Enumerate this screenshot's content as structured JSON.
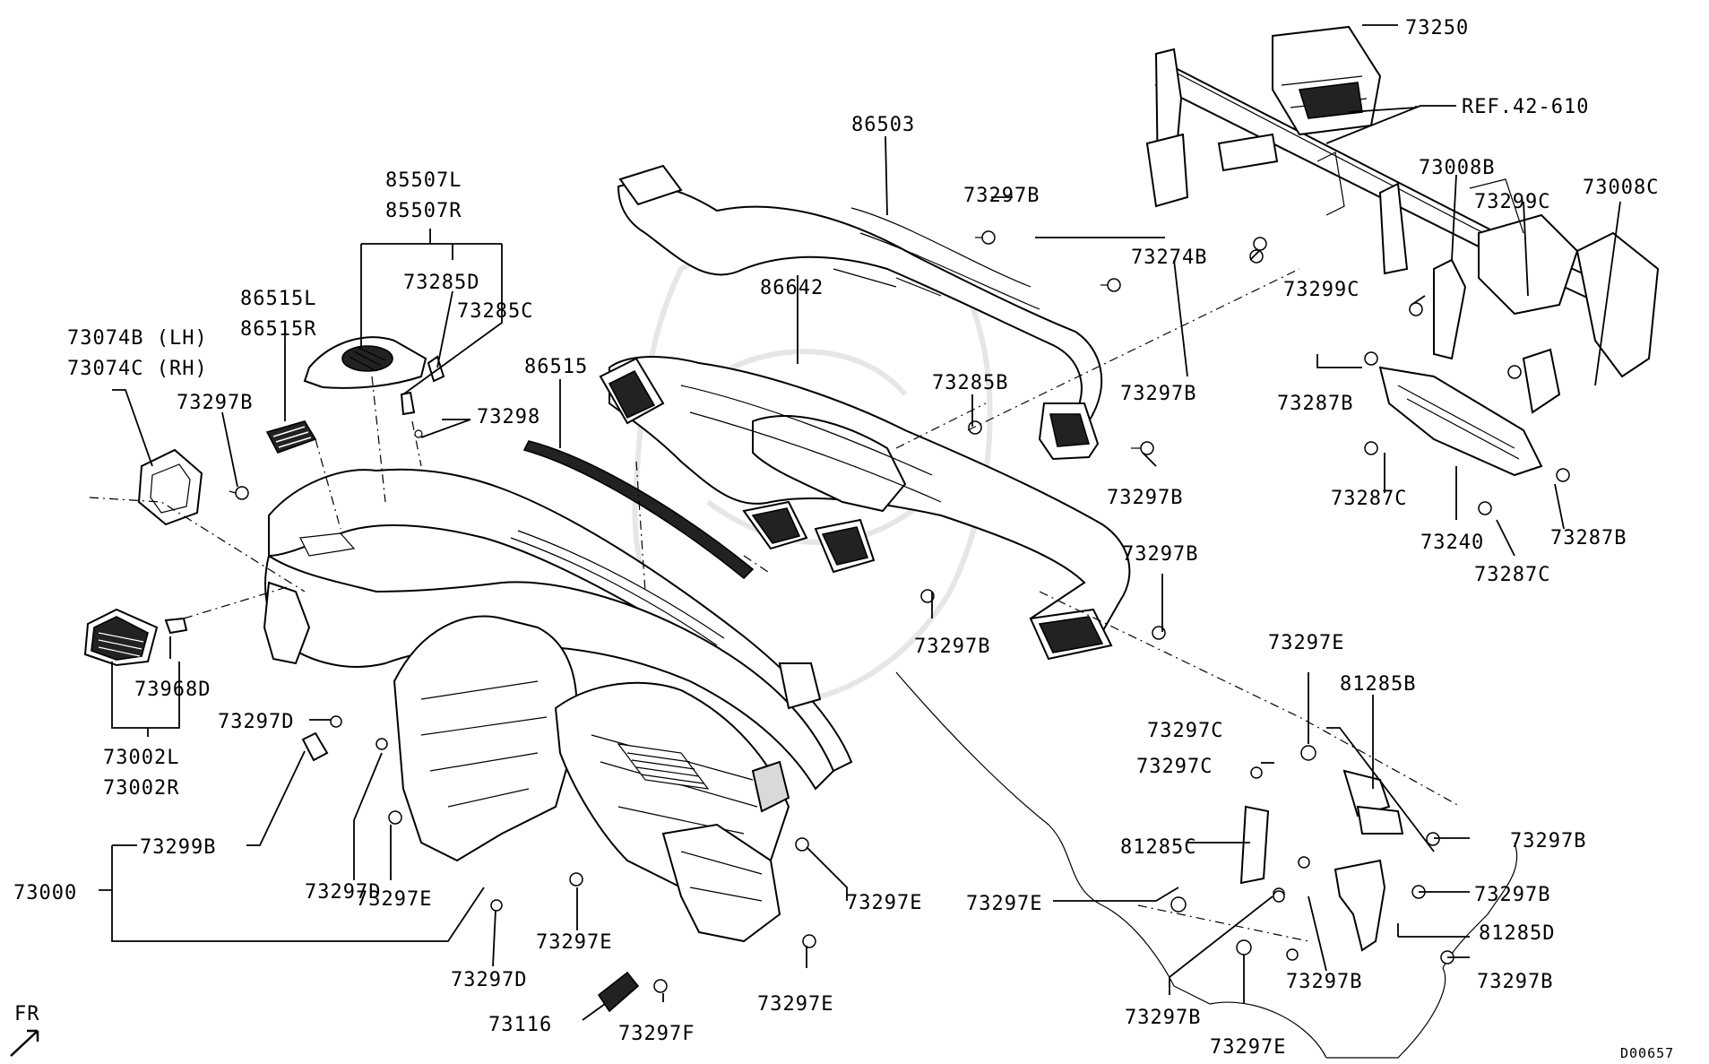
{
  "diagram": {
    "figure_code": "D00657",
    "direction_marker": "FR",
    "labels": {
      "p73250": "73250",
      "pREF42_610": "REF.42-610",
      "p86503": "86503",
      "p73297B_a": "73297B",
      "p85507L": "85507L",
      "p85507R": "85507R",
      "p73285D": "73285D",
      "p73285C": "73285C",
      "p86515L": "86515L",
      "p86515R": "86515R",
      "p73074B": "73074B (LH)",
      "p73074C": "73074C (RH)",
      "p73297B_b": "73297B",
      "p73298": "73298",
      "p86515": "86515",
      "p86642": "86642",
      "p73285B": "73285B",
      "p73297B_c": "73297B",
      "p73297B_d": "73297B",
      "p73274B": "73274B",
      "p73008B": "73008B",
      "p73299C_a": "73299C",
      "p73008C": "73008C",
      "p73299C_b": "73299C",
      "p73287B_a": "73287B",
      "p73287C_a": "73287C",
      "p73240": "73240",
      "p73287B_b": "73287B",
      "p73287C_b": "73287C",
      "p73297B_e": "73297B",
      "p73297B_f": "73297B",
      "p73968D": "73968D",
      "p73002L": "73002L",
      "p73002R": "73002R",
      "p73297D_a": "73297D",
      "p73299B": "73299B",
      "p73000": "73000",
      "p73297D_b": "73297D",
      "p73297E_a": "73297E",
      "p73297E_b": "73297E",
      "p73297D_c": "73297D",
      "p73297E_c": "73297E",
      "p73297E_d": "73297E",
      "p73116": "73116",
      "p73297F": "73297F",
      "p73297E_e": "73297E",
      "p81285B": "81285B",
      "p73297C_a": "73297C",
      "p73297C_b": "73297C",
      "p81285C": "81285C",
      "p73297B_g": "73297B",
      "p73297E_f": "73297E",
      "p73297B_h": "73297B",
      "p81285D": "81285D",
      "p73297B_i": "73297B",
      "p73297B_j": "73297B",
      "p73297B_k": "73297B",
      "p73297E_g": "73297E"
    }
  }
}
